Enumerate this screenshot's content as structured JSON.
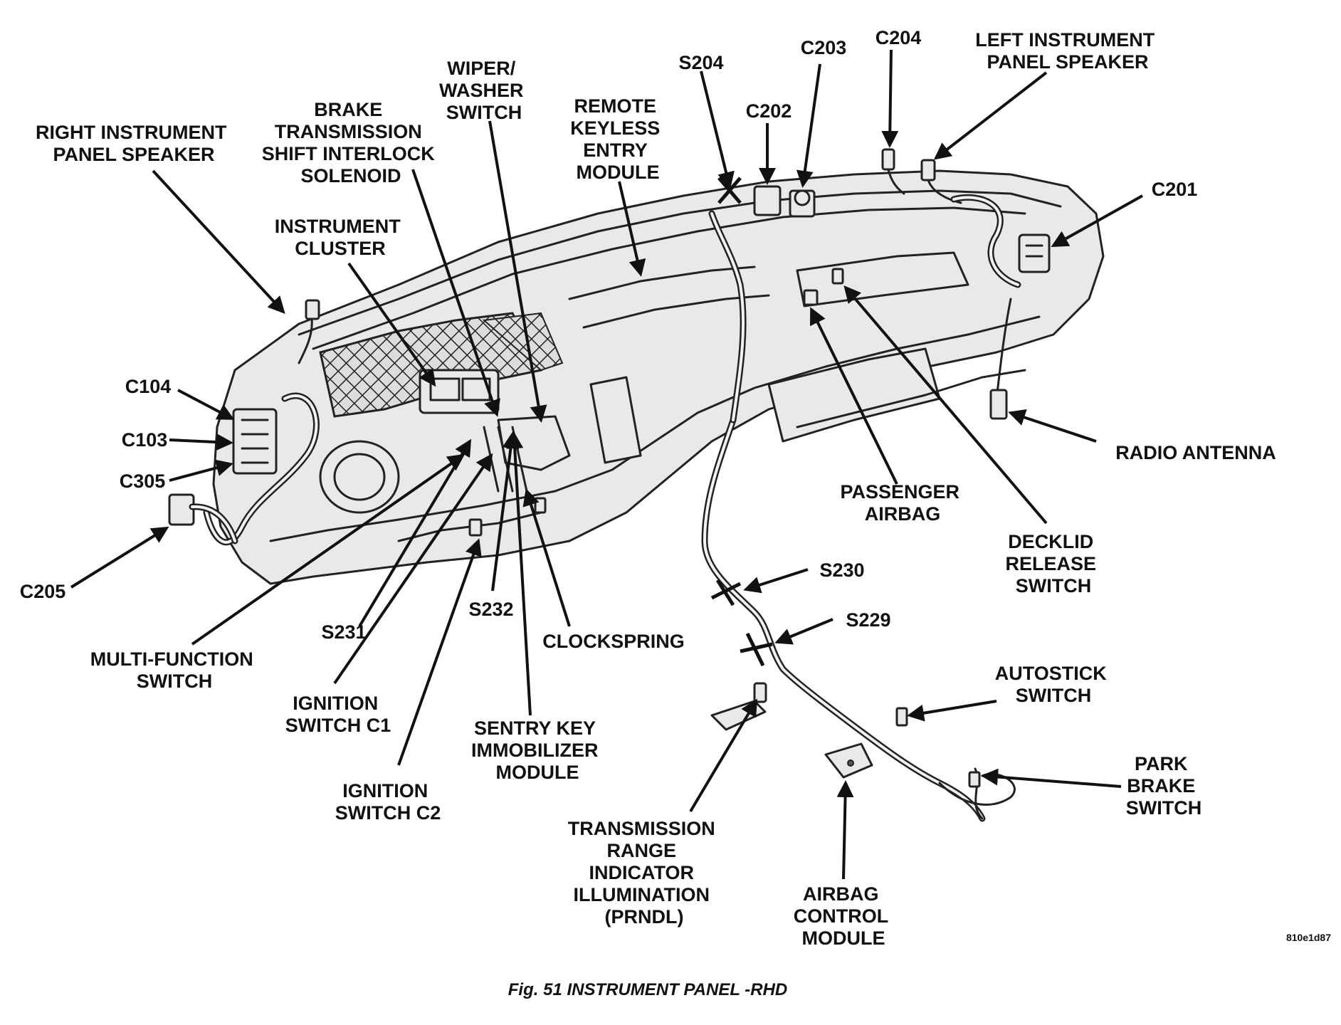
{
  "labels": {
    "right_instrument_panel_speaker": [
      "RIGHT INSTRUMENT",
      "PANEL SPEAKER"
    ],
    "brake_transmission_shift_interlock_solenoid": [
      "BRAKE",
      "TRANSMISSION",
      "SHIFT INTERLOCK",
      "SOLENOID"
    ],
    "wiper_washer_switch": [
      "WIPER/",
      "WASHER",
      "SWITCH"
    ],
    "remote_keyless_entry_module": [
      "REMOTE",
      "KEYLESS",
      "ENTRY",
      "MODULE"
    ],
    "s204": "S204",
    "c203": "C203",
    "c202": "C202",
    "c204": "C204",
    "left_instrument_panel_speaker": [
      "LEFT INSTRUMENT",
      "PANEL SPEAKER"
    ],
    "c201": "C201",
    "instrument_cluster": [
      "INSTRUMENT",
      "CLUSTER"
    ],
    "c104": "C104",
    "c103": "C103",
    "c305": "C305",
    "c205": "C205",
    "radio_antenna": "RADIO ANTENNA",
    "passenger_airbag": [
      "PASSENGER",
      "AIRBAG"
    ],
    "decklid_release_switch": [
      "DECKLID",
      "RELEASE",
      "SWITCH"
    ],
    "s230": "S230",
    "s229": "S229",
    "s232": "S232",
    "s231": "S231",
    "clockspring": "CLOCKSPRING",
    "multi_function_switch": [
      "MULTI-FUNCTION",
      "SWITCH"
    ],
    "ignition_switch_c1": [
      "IGNITION",
      "SWITCH C1"
    ],
    "ignition_switch_c2": [
      "IGNITION",
      "SWITCH C2"
    ],
    "sentry_key_immobilizer_module": [
      "SENTRY KEY",
      "IMMOBILIZER",
      "MODULE"
    ],
    "autostick_switch": [
      "AUTOSTICK",
      "SWITCH"
    ],
    "park_brake_switch": [
      "PARK",
      "BRAKE",
      "SWITCH"
    ],
    "transmission_range_indicator_illumination": [
      "TRANSMISSION",
      "RANGE",
      "INDICATOR",
      "ILLUMINATION",
      "(PRNDL)"
    ],
    "airbag_control_module": [
      "AIRBAG",
      "CONTROL",
      "MODULE"
    ]
  },
  "figure": {
    "id": "810e1d87",
    "caption": "Fig. 51 INSTRUMENT PANEL -RHD"
  }
}
